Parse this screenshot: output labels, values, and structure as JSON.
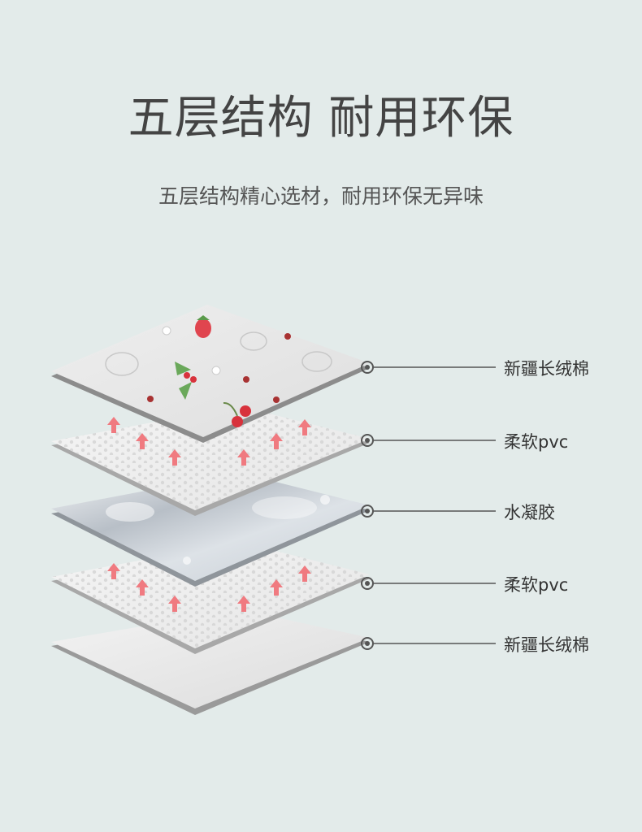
{
  "heading": {
    "title": "五层结构 耐用环保",
    "subtitle": "五层结构精心选材，耐用环保无异味"
  },
  "layers": [
    {
      "label": "新疆长绒棉"
    },
    {
      "label": "柔软pvc"
    },
    {
      "label": "水凝胶"
    },
    {
      "label": "柔软pvc"
    },
    {
      "label": "新疆长绒棉"
    }
  ],
  "colors": {
    "background": "#e3ebea",
    "text": "#444444",
    "arrow": "#f07a80",
    "line": "#555555"
  }
}
